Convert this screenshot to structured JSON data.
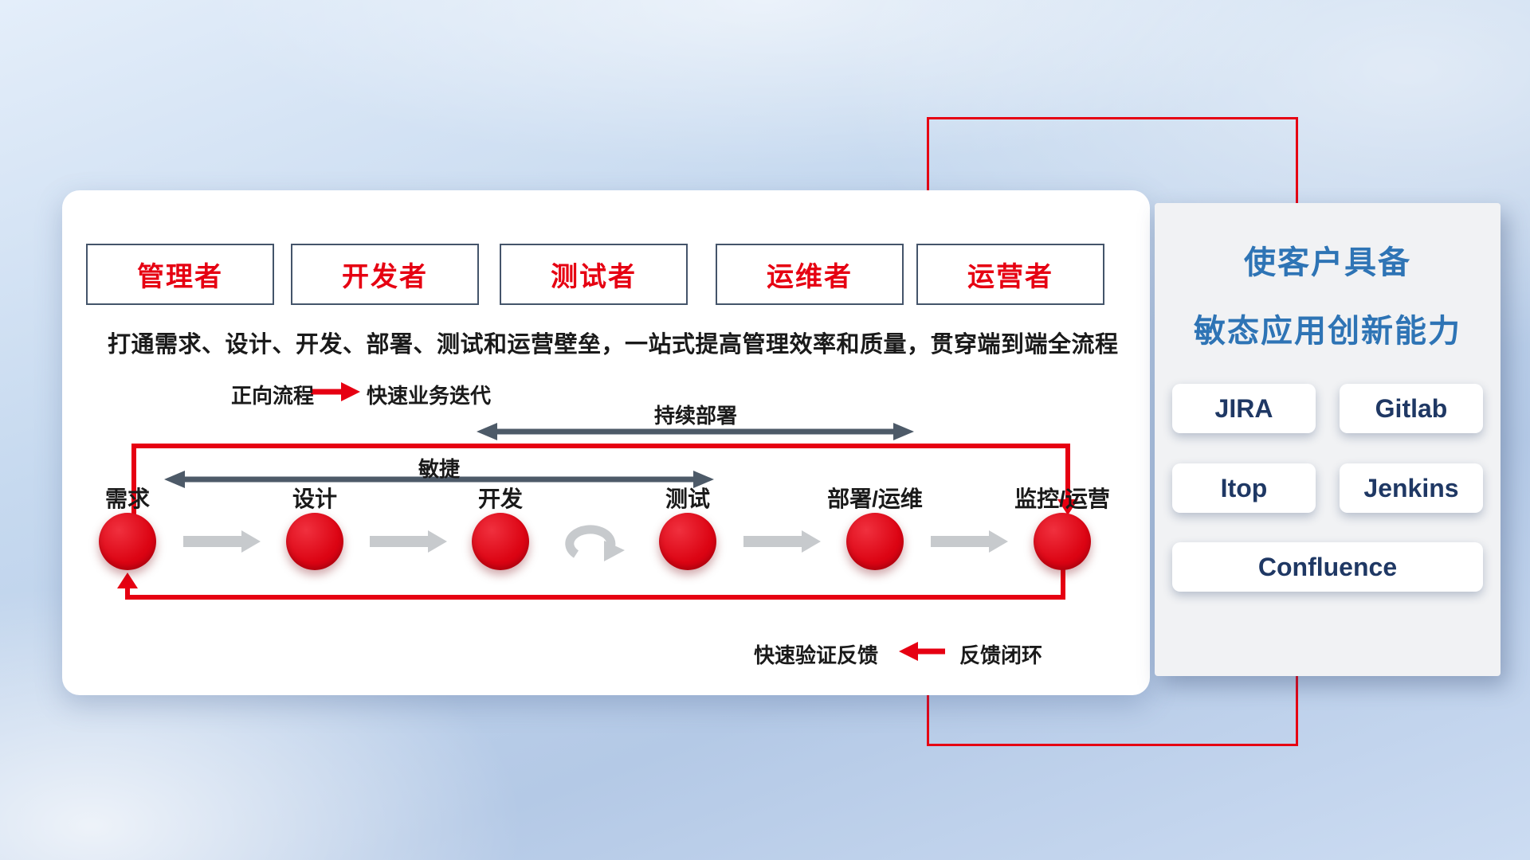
{
  "roles": {
    "items": [
      {
        "label": "管理者"
      },
      {
        "label": "开发者"
      },
      {
        "label": "测试者"
      },
      {
        "label": "运维者"
      },
      {
        "label": "运营者"
      }
    ]
  },
  "description": "打通需求、设计、开发、部署、测试和运营壁垒，一站式提高管理效率和质量，贯穿端到端全流程",
  "legend": {
    "forward_label": "正向流程",
    "forward_value": "快速业务迭代",
    "feedback_text": "快速验证反馈",
    "feedback_label": "反馈闭环"
  },
  "flow": {
    "agile_label": "敏捷",
    "cd_label": "持续部署",
    "stages": [
      {
        "label": "需求"
      },
      {
        "label": "设计"
      },
      {
        "label": "开发"
      },
      {
        "label": "测试"
      },
      {
        "label": "部署/运维"
      },
      {
        "label": "监控/运营"
      }
    ]
  },
  "panel": {
    "title_line1": "使客户具备",
    "title_line2": "敏态应用创新能力",
    "tools": [
      {
        "label": "JIRA"
      },
      {
        "label": "Gitlab"
      },
      {
        "label": "Itop"
      },
      {
        "label": "Jenkins"
      },
      {
        "label": "Confluence"
      }
    ]
  },
  "colors": {
    "accent_red": "#e60012",
    "navy_border": "#44546a",
    "title_blue": "#2e74b5",
    "tool_text": "#1f3864",
    "slate_arrow": "#4d5a68",
    "gray_arrow": "#c7cacd"
  }
}
